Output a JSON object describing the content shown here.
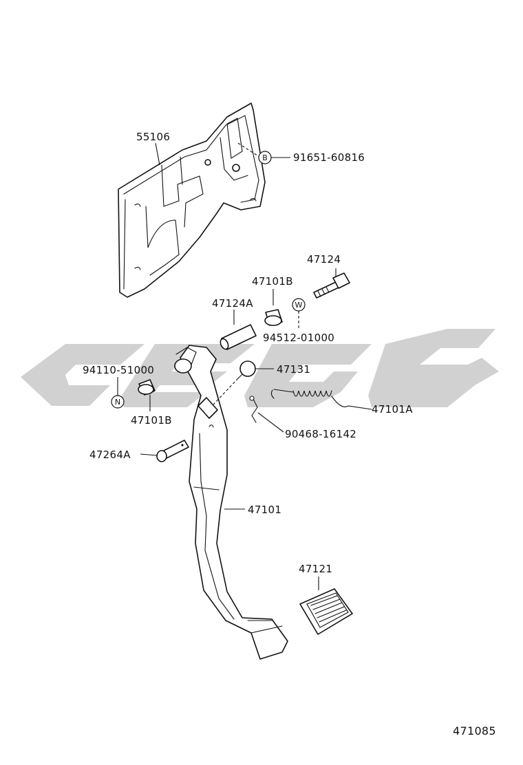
{
  "callouts": {
    "p55106": "55106",
    "p91651": "91651-60816",
    "p47124": "47124",
    "p47101B_top": "47101B",
    "p47124A": "47124A",
    "p94512": "94512-01000",
    "p94110": "94110-51000",
    "p47131": "47131",
    "p47101A": "47101A",
    "p47101B_left": "47101B",
    "p90468": "90468-16142",
    "p47264A": "47264A",
    "p47101": "47101",
    "p47121": "47121"
  },
  "markers": {
    "bolt_marker": "B",
    "washer_marker": "W",
    "nut_marker": "N"
  },
  "diagram_id": "471085",
  "colors": {
    "line": "#111111",
    "watermark": "#c9c9c9",
    "background": "#ffffff"
  }
}
